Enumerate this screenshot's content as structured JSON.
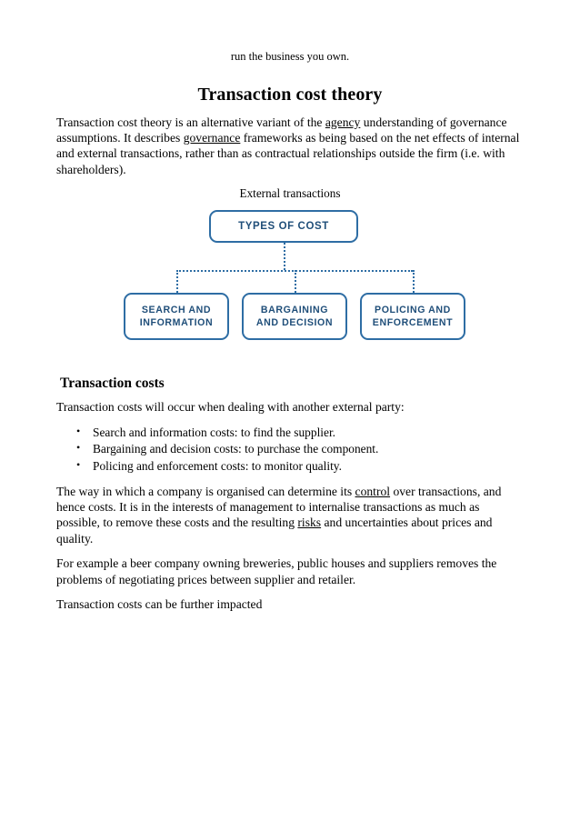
{
  "document": {
    "running_head": "run the business you own.",
    "title": "Transaction cost theory",
    "paragraph_1": {
      "part_1": "Transaction cost theory is an alternative variant of the ",
      "link_1": "agency",
      "part_2": " understanding of governance assumptions. It describes ",
      "link_2": "governance",
      "part_3": " frameworks as being based on the net effects of internal and external transactions, rather than as contractual relationships outside the firm (i.e. with shareholders)."
    },
    "figure_caption": "External transactions",
    "diagram": {
      "top_node": "TYPES OF COST",
      "leaves": [
        {
          "line1": "SEARCH AND",
          "line2": "INFORMATION"
        },
        {
          "line1": "BARGAINING",
          "line2": "AND DECISION"
        },
        {
          "line1": "POLICING AND",
          "line2": "ENFORCEMENT"
        }
      ],
      "accent_color": "#2e6da4",
      "text_color": "#1f4e79"
    },
    "section_heading": "Transaction costs",
    "paragraph_2": "Transaction costs will occur when dealing with another external party:",
    "bullets": [
      "Search and information costs: to find the supplier.",
      "Bargaining and decision costs: to purchase the component.",
      "Policing and enforcement costs: to monitor quality."
    ],
    "paragraph_3": {
      "part_1": "The way in which a company is organised can determine its ",
      "link_1": "control",
      "part_2": " over transactions, and hence costs. It is in the interests of management to internalise transactions as much as possible, to remove these costs and the resulting ",
      "link_2": "risks",
      "part_3": " and uncertainties about prices and quality."
    },
    "paragraph_4": "For example a beer company owning breweries, public houses and suppliers removes the problems of negotiating prices between supplier and retailer.",
    "paragraph_5": "Transaction costs can be further impacted"
  }
}
